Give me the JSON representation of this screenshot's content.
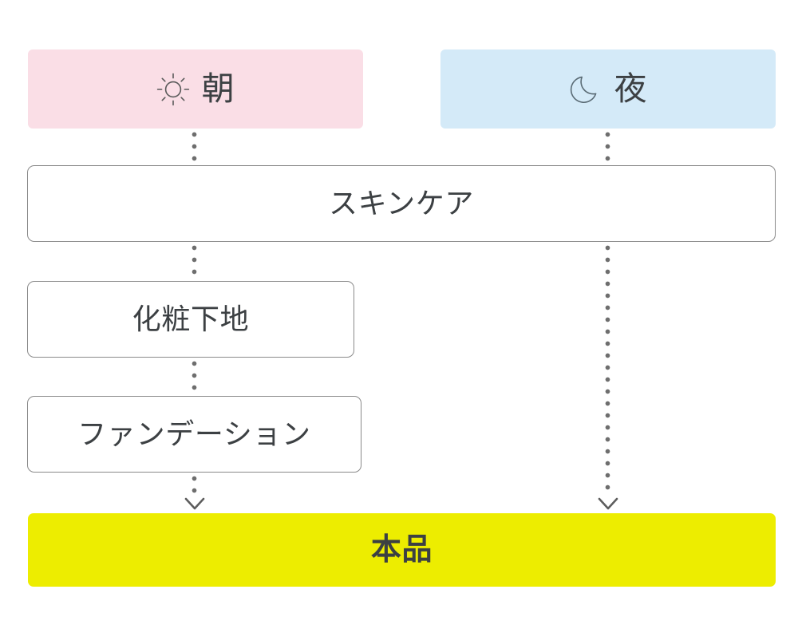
{
  "diagram": {
    "title_nodes": [
      {
        "id": "morning",
        "label": "朝",
        "icon": "sun-icon",
        "background": "#fadee6"
      },
      {
        "id": "night",
        "label": "夜",
        "icon": "moon-icon",
        "background": "#d4eaf8"
      }
    ],
    "steps": [
      {
        "id": "skincare",
        "label": "スキンケア"
      },
      {
        "id": "base",
        "label": "化粧下地"
      },
      {
        "id": "foundation",
        "label": "ファンデーション"
      }
    ],
    "result": {
      "id": "main-product",
      "label": "本品",
      "background": "#eded00"
    },
    "colors": {
      "morning_chip": "#fadee6",
      "night_chip": "#d4eaf8",
      "result_bar": "#eded00",
      "box_border": "#8a8a8a",
      "text": "#3c4043",
      "connector": "#6e6e6e"
    }
  }
}
